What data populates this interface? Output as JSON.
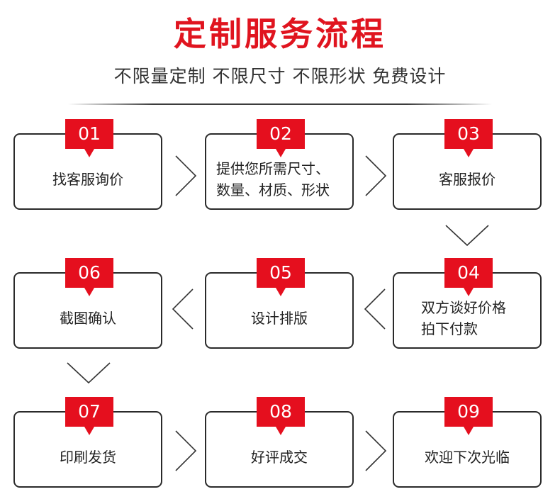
{
  "header": {
    "title": "定制服务流程",
    "subtitle": "不限量定制 不限尺寸 不限形状 免费设计"
  },
  "steps": [
    {
      "num": "01",
      "label": "找客服询价"
    },
    {
      "num": "02",
      "label": "提供您所需尺寸、\n数量、材质、形状"
    },
    {
      "num": "03",
      "label": "客服报价"
    },
    {
      "num": "04",
      "label": "双方谈好价格\n拍下付款"
    },
    {
      "num": "05",
      "label": "设计排版"
    },
    {
      "num": "06",
      "label": "截图确认"
    },
    {
      "num": "07",
      "label": "印刷发货"
    },
    {
      "num": "08",
      "label": "好评成交"
    },
    {
      "num": "09",
      "label": "欢迎下次光临"
    }
  ],
  "colors": {
    "accent": "#e50f1e",
    "title": "#e0141f",
    "border": "#2a2a2a"
  }
}
